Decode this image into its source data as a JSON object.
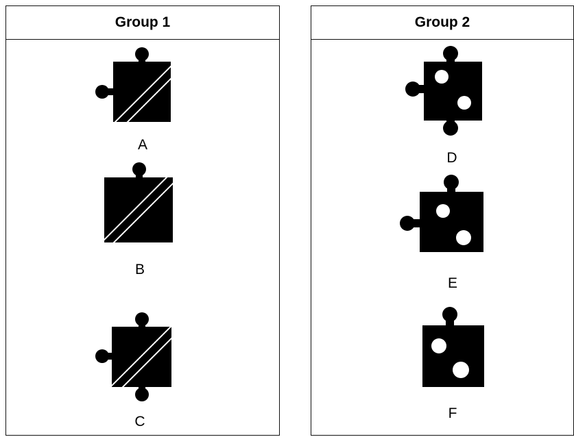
{
  "groups": [
    {
      "title": "Group 1",
      "pieces": [
        {
          "label": "A",
          "pattern": "diagonal-stripes",
          "knobs": [
            "top",
            "left"
          ]
        },
        {
          "label": "B",
          "pattern": "diagonal-stripes",
          "knobs": [
            "top"
          ]
        },
        {
          "label": "C",
          "pattern": "diagonal-stripes",
          "knobs": [
            "top",
            "left",
            "bottom"
          ]
        }
      ]
    },
    {
      "title": "Group 2",
      "pieces": [
        {
          "label": "D",
          "pattern": "two-dots",
          "knobs": [
            "top",
            "left",
            "bottom"
          ]
        },
        {
          "label": "E",
          "pattern": "two-dots",
          "knobs": [
            "top",
            "left"
          ]
        },
        {
          "label": "F",
          "pattern": "two-dots",
          "knobs": [
            "top"
          ]
        }
      ]
    }
  ],
  "colors": {
    "piece": "#000000",
    "pattern": "#ffffff",
    "border": "#111111"
  }
}
